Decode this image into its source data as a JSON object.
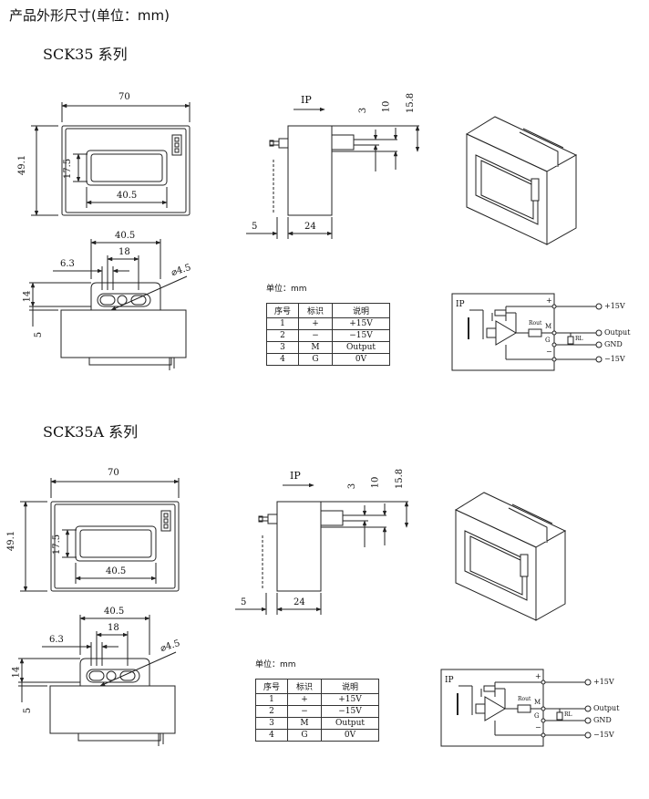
{
  "page_title": "产品外形尺寸(单位：mm)",
  "sections": [
    {
      "title": "SCK35 系列",
      "front": {
        "width": "70",
        "height": "49.1",
        "window_h": "17.5",
        "window_w": "40.5"
      },
      "top": {
        "width": "40.5",
        "pitch": "18",
        "offset": "6.3",
        "hole": "⌀4.5",
        "h1": "14",
        "h2": "5"
      },
      "side": {
        "current": "IP",
        "d1": "3",
        "d2": "10",
        "d3": "15.8",
        "d4": "5",
        "d5": "24"
      },
      "unit_label": "单位：mm",
      "table": {
        "headers": [
          "序号",
          "标识",
          "说明"
        ],
        "rows": [
          [
            "1",
            "+",
            "+15V"
          ],
          [
            "2",
            "−",
            "−15V"
          ],
          [
            "3",
            "M",
            "Output"
          ],
          [
            "4",
            "G",
            "0V"
          ]
        ]
      },
      "circuit": {
        "ip": "IP",
        "plus": "+",
        "minus": "−",
        "m": "M",
        "g": "G",
        "rout": "Rout",
        "rl": "RL",
        "out_p15": "+15V",
        "out_output": "Output",
        "out_gnd": "GND",
        "out_m15": "−15V"
      }
    },
    {
      "title": "SCK35A 系列",
      "front": {
        "width": "70",
        "height": "49.1",
        "window_h": "17.5",
        "window_w": "40.5"
      },
      "top": {
        "width": "40.5",
        "pitch": "18",
        "offset": "6.3",
        "hole": "⌀4.5",
        "h1": "14",
        "h2": "5"
      },
      "side": {
        "current": "IP",
        "d1": "3",
        "d2": "10",
        "d3": "15.8",
        "d4": "5",
        "d5": "24"
      },
      "unit_label": "单位：mm",
      "table": {
        "headers": [
          "序号",
          "标识",
          "说明"
        ],
        "rows": [
          [
            "1",
            "+",
            "+15V"
          ],
          [
            "2",
            "−",
            "−15V"
          ],
          [
            "3",
            "M",
            "Output"
          ],
          [
            "4",
            "G",
            "0V"
          ]
        ]
      },
      "circuit": {
        "ip": "IP",
        "plus": "+",
        "minus": "−",
        "m": "M",
        "g": "G",
        "rout": "Rout",
        "rl": "RL",
        "out_p15": "+15V",
        "out_output": "Output",
        "out_gnd": "GND",
        "out_m15": "−15V"
      }
    }
  ]
}
